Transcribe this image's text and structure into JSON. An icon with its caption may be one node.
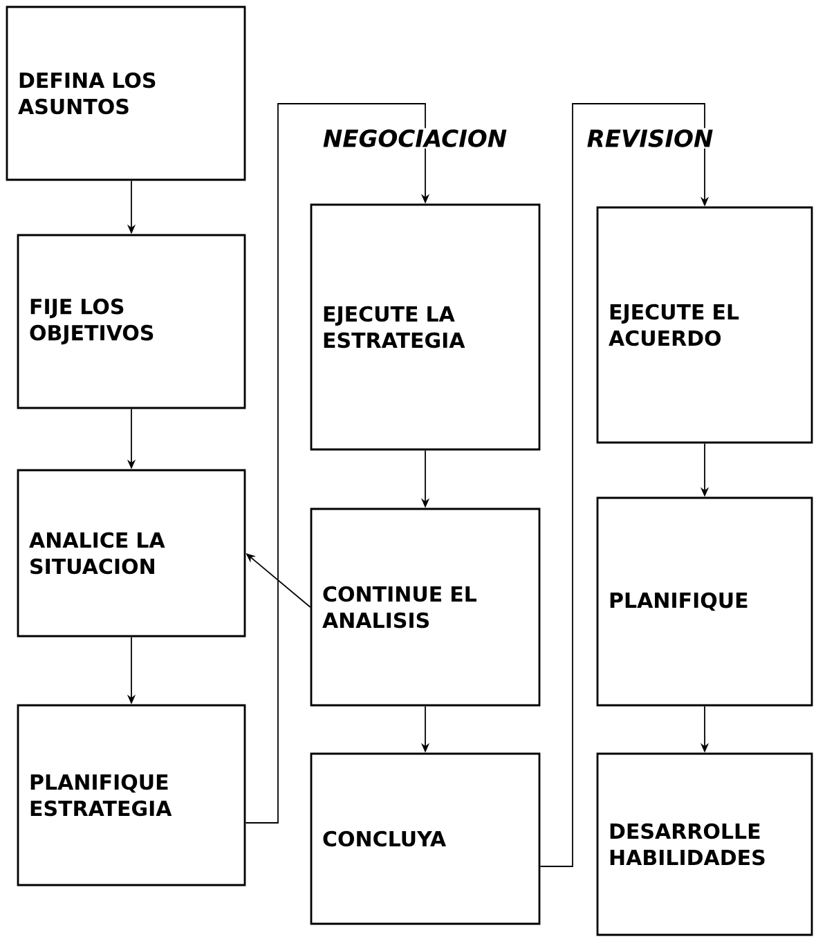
{
  "diagram": {
    "nodes": [
      {
        "text": [
          "DEFINA LOS ASUNTOS"
        ]
      },
      {
        "text": [
          "FIJE LOS OBJETIVOS"
        ]
      },
      {
        "text": [
          "ANALICE LA SITUACION"
        ]
      },
      {
        "text": [
          "PLANIFIQUE ESTRATEGIA"
        ]
      },
      {
        "text": [
          "EJECUTE LA ESTRATEGIA"
        ]
      },
      {
        "text": [
          "CONTINUE EL ANALISIS"
        ]
      },
      {
        "text": [
          "CONCLUYA"
        ]
      },
      {
        "text": [
          "EJECUTE EL ACUERDO"
        ]
      },
      {
        "text": [
          "PLANIFIQUE"
        ]
      },
      {
        "text": [
          "DESARROLLE HABILIDADES"
        ]
      }
    ],
    "edges": [
      {
        "from": 0,
        "to": 1,
        "arrow": "to"
      },
      {
        "from": 1,
        "to": 2,
        "arrow": "to"
      },
      {
        "from": 2,
        "to": 3,
        "arrow": "to"
      },
      {
        "from": 3,
        "to": 4,
        "arrow": "to"
      },
      {
        "from": 4,
        "to": 5,
        "arrow": "to"
      },
      {
        "from": 5,
        "to": 2,
        "arrow": "to"
      },
      {
        "from": 5,
        "to": 6,
        "arrow": "to"
      },
      {
        "from": 6,
        "to": 7,
        "arrow": "to"
      },
      {
        "from": 7,
        "to": 8,
        "arrow": "to"
      },
      {
        "from": 8,
        "to": 9,
        "arrow": "to"
      }
    ],
    "labels": [
      "NEGOCIACION",
      "REVISION"
    ]
  }
}
